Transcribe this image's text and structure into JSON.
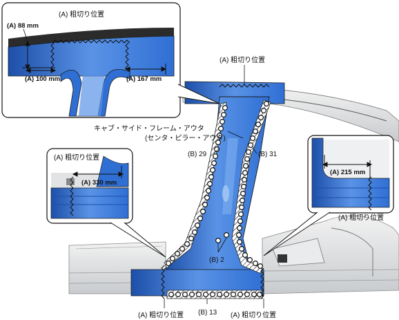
{
  "colors": {
    "body_blue": "#2f6fd4",
    "body_blue_light": "#5a93e6",
    "body_blue_dark": "#1d4fa8",
    "silver": "#d9dcdf",
    "outline": "#1a1a1a"
  },
  "labels": {
    "roof_cut": "(A) 粗切り位置",
    "top_inset_cut": "(A) 粗切り位置",
    "left_inset_cut": "(A) 粗切り位置",
    "right_inset_cut": "(A) 粗切り位置",
    "bottom_left_cut": "(A) 粗切り位置",
    "bottom_right_cut": "(A) 粗切り位置",
    "part_name_line1": "キャブ・サイド・フレーム・アウタ",
    "part_name_line2": "(センタ・ピラー・アウタ)",
    "b29": "(B) 29",
    "b31": "(B) 31",
    "b2": "(B) 2",
    "b13": "(B) 13"
  },
  "dimensions": {
    "a88": "(A) 88 mm",
    "a100": "(A) 100 mm",
    "a167": "(A) 167 mm",
    "a330": "(A) 330 mm",
    "a215": "(A) 215 mm"
  },
  "icons": {
    "weld": "spot-weld-circle",
    "cut": "zigzag-cut-line",
    "hatch": "hatched-weld-band"
  }
}
